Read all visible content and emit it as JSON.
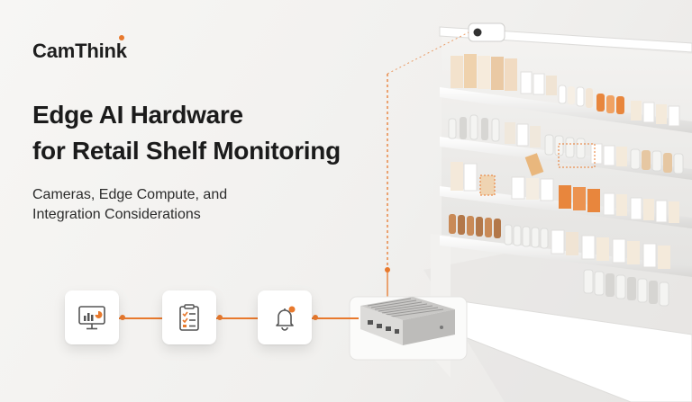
{
  "brand": {
    "logo_prefix": "Cam",
    "logo_suffix": "Think",
    "accent_color": "#e8792d"
  },
  "hero": {
    "title_line1": "Edge AI Hardware",
    "title_line2": "for Retail Shelf Monitoring",
    "subtitle_line1": "Cameras, Edge Compute, and",
    "subtitle_line2": "Integration Considerations"
  },
  "flow": {
    "steps": [
      {
        "icon": "monitor-chart-icon"
      },
      {
        "icon": "clipboard-checklist-icon"
      },
      {
        "icon": "notification-bell-icon"
      }
    ],
    "device_icon": "edge-computer-icon",
    "camera_icon": "shelf-camera-icon"
  }
}
